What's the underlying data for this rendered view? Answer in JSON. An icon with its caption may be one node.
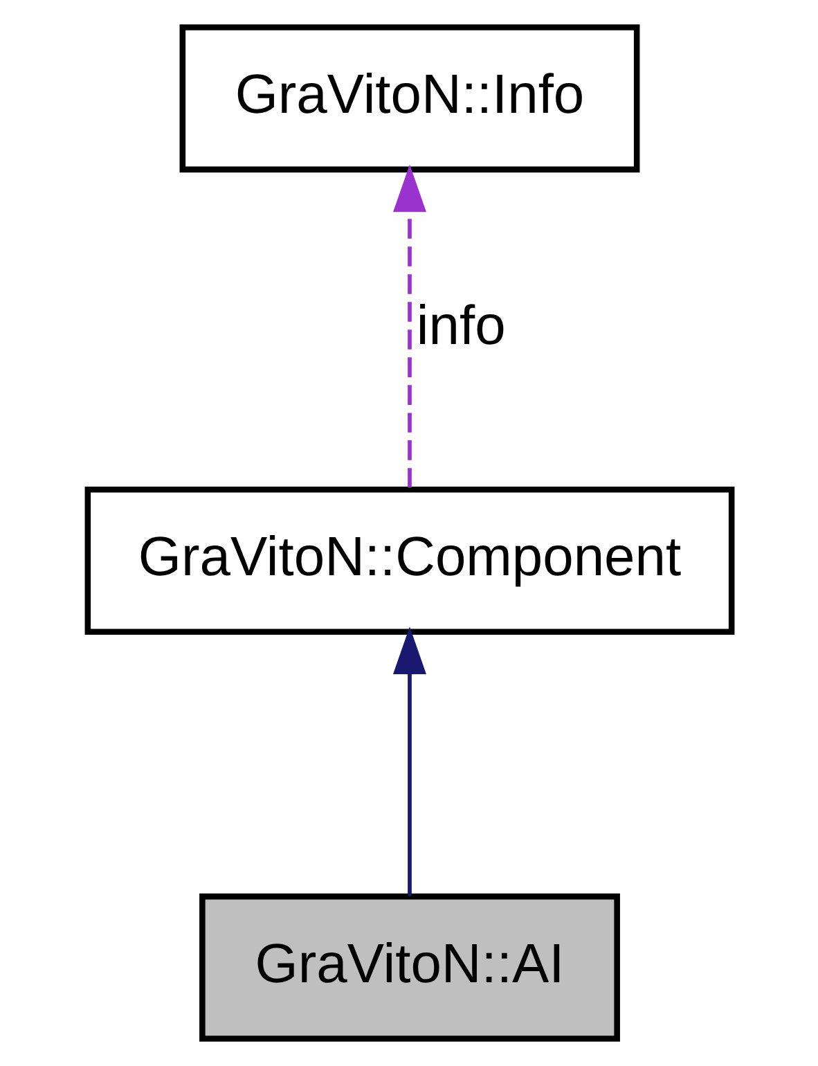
{
  "diagram": {
    "nodes": [
      {
        "text": [
          "GraVitoN::Info"
        ]
      },
      {
        "text": [
          "GraVitoN::Component"
        ]
      },
      {
        "text": [
          "GraVitoN::AI"
        ]
      }
    ],
    "edges": [
      {
        "from": 1,
        "to": 0,
        "arrow": "to",
        "label": "info",
        "style": "dashed",
        "color": "#9a32cd"
      },
      {
        "from": 2,
        "to": 1,
        "arrow": "to",
        "color": "#191970"
      }
    ]
  }
}
